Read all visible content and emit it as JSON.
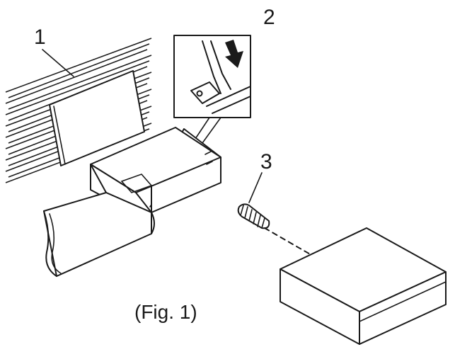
{
  "callouts": {
    "one": "1",
    "two": "2",
    "three": "3"
  },
  "caption": "(Fig. 1)",
  "colors": {
    "ink": "#1a1a1a",
    "background": "#ffffff"
  }
}
